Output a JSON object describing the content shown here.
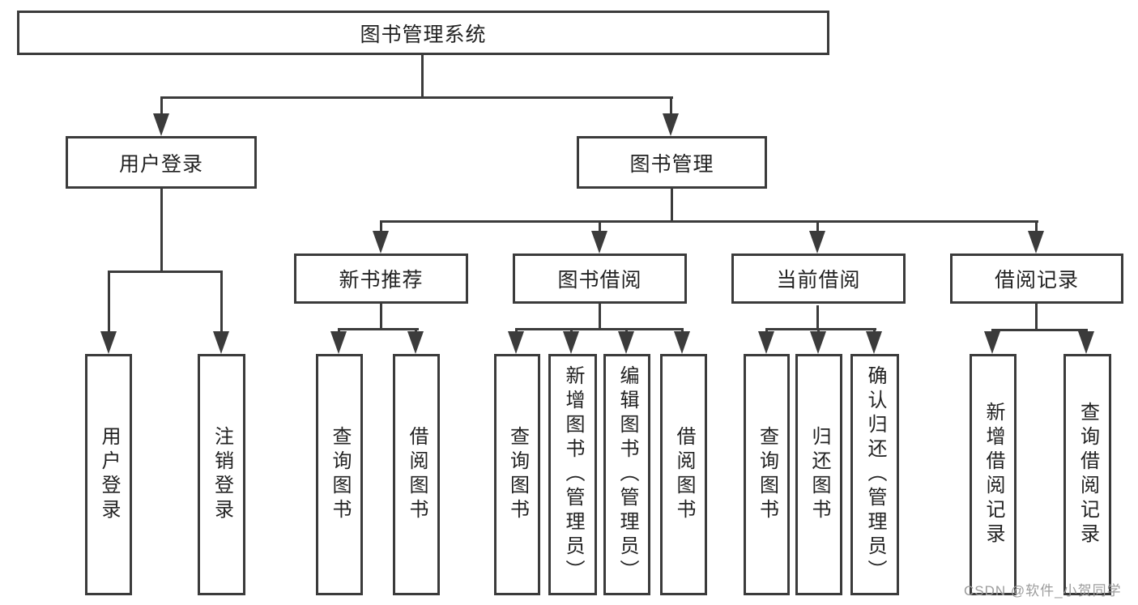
{
  "diagram_title": "图书管理系统",
  "colors": {
    "line": "#3b3b3b",
    "text": "#222222",
    "watermark": "#9c9c9c"
  },
  "tree": {
    "root": {
      "label": "图书管理系统",
      "children": [
        {
          "label": "用户登录",
          "children": [
            {
              "label": "用户登录"
            },
            {
              "label": "注销登录"
            }
          ]
        },
        {
          "label": "图书管理",
          "children": [
            {
              "label": "新书推荐",
              "children": [
                {
                  "label": "查询图书"
                },
                {
                  "label": "借阅图书"
                }
              ]
            },
            {
              "label": "图书借阅",
              "children": [
                {
                  "label": "查询图书"
                },
                {
                  "label": "新增图书（管理员）"
                },
                {
                  "label": "编辑图书（管理员）"
                },
                {
                  "label": "借阅图书"
                }
              ]
            },
            {
              "label": "当前借阅",
              "children": [
                {
                  "label": "查询图书"
                },
                {
                  "label": "归还图书"
                },
                {
                  "label": "确认归还（管理员）"
                }
              ]
            },
            {
              "label": "借阅记录",
              "children": [
                {
                  "label": "新增借阅记录"
                },
                {
                  "label": "查询借阅记录"
                }
              ]
            }
          ]
        }
      ]
    }
  },
  "watermark": {
    "text": "CSDN @软件_小贺同学"
  }
}
